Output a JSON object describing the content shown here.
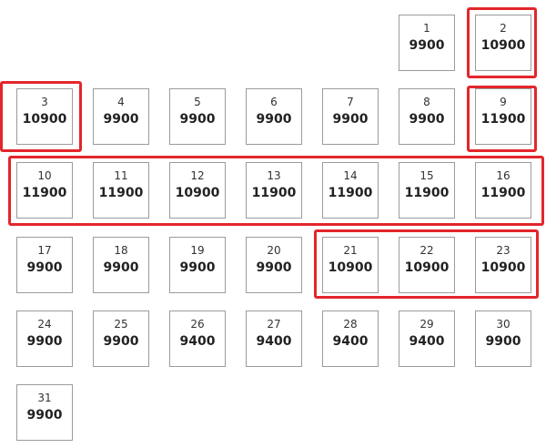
{
  "calendar": {
    "days": [
      {
        "day": "1",
        "price": "9900"
      },
      {
        "day": "2",
        "price": "10900"
      },
      {
        "day": "3",
        "price": "10900"
      },
      {
        "day": "4",
        "price": "9900"
      },
      {
        "day": "5",
        "price": "9900"
      },
      {
        "day": "6",
        "price": "9900"
      },
      {
        "day": "7",
        "price": "9900"
      },
      {
        "day": "8",
        "price": "9900"
      },
      {
        "day": "9",
        "price": "11900"
      },
      {
        "day": "10",
        "price": "11900"
      },
      {
        "day": "11",
        "price": "11900"
      },
      {
        "day": "12",
        "price": "10900"
      },
      {
        "day": "13",
        "price": "11900"
      },
      {
        "day": "14",
        "price": "11900"
      },
      {
        "day": "15",
        "price": "11900"
      },
      {
        "day": "16",
        "price": "11900"
      },
      {
        "day": "17",
        "price": "9900"
      },
      {
        "day": "18",
        "price": "9900"
      },
      {
        "day": "19",
        "price": "9900"
      },
      {
        "day": "20",
        "price": "9900"
      },
      {
        "day": "21",
        "price": "10900"
      },
      {
        "day": "22",
        "price": "10900"
      },
      {
        "day": "23",
        "price": "10900"
      },
      {
        "day": "24",
        "price": "9900"
      },
      {
        "day": "25",
        "price": "9900"
      },
      {
        "day": "26",
        "price": "9400"
      },
      {
        "day": "27",
        "price": "9400"
      },
      {
        "day": "28",
        "price": "9400"
      },
      {
        "day": "29",
        "price": "9400"
      },
      {
        "day": "30",
        "price": "9900"
      },
      {
        "day": "31",
        "price": "9900"
      }
    ],
    "highlight_color": "#e3262b",
    "border_color": "#9b9b9b"
  }
}
